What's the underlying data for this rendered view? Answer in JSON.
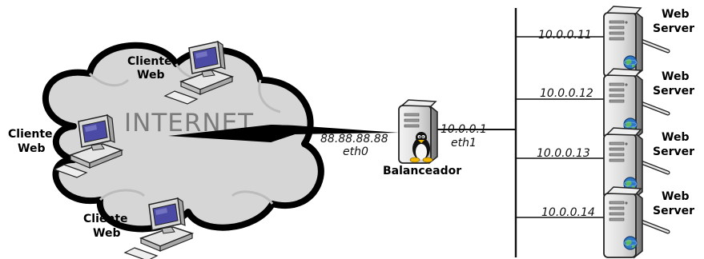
{
  "cloud": {
    "label": "INTERNET"
  },
  "clients": [
    {
      "line1": "Cliente",
      "line2": "Web"
    },
    {
      "line1": "Cliente",
      "line2": "Web"
    },
    {
      "line1": "Cliente",
      "line2": "Web"
    }
  ],
  "balancer": {
    "name": "Balanceador",
    "external_ip": "88.88.88.88",
    "external_iface": "eth0",
    "internal_ip": "10.0.0.1",
    "internal_iface": "eth1"
  },
  "servers": [
    {
      "ip": "10.0.0.11",
      "line1": "Web",
      "line2": "Server"
    },
    {
      "ip": "10.0.0.12",
      "line1": "Web",
      "line2": "Server"
    },
    {
      "ip": "10.0.0.13",
      "line1": "Web",
      "line2": "Server"
    },
    {
      "ip": "10.0.0.14",
      "line1": "Web",
      "line2": "Server"
    }
  ],
  "colors": {
    "cloud_fill": "#d6d6d6",
    "cloud_stroke": "#000000",
    "server_body": "#e3e3e3",
    "monitor_screen": "#4b4ba6",
    "tux_yellow": "#f2b600",
    "globe_blue": "#2f77c9"
  }
}
